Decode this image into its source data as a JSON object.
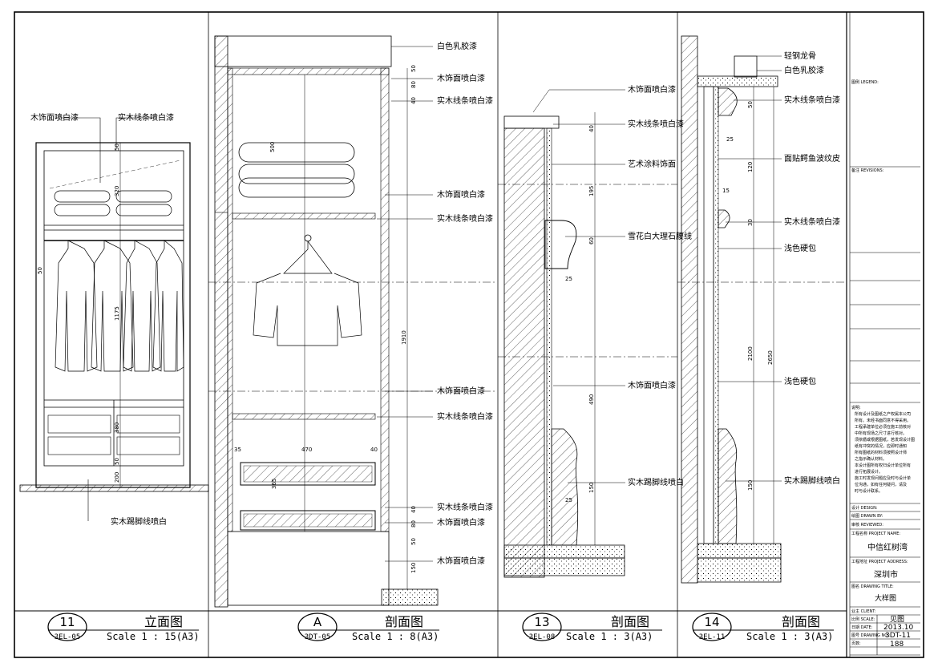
{
  "views": [
    {
      "number": "11",
      "ref": "3EL-05",
      "title": "立面图",
      "scale": "Scale 1 : 15(A3)"
    },
    {
      "number": "A",
      "ref": "3DT-05",
      "title": "剖面图",
      "scale": "Scale 1 : 8(A3)"
    },
    {
      "number": "13",
      "ref": "3EL-08",
      "title": "剖面图",
      "scale": "Scale 1 : 3(A3)"
    },
    {
      "number": "14",
      "ref": "3EL-11",
      "title": "剖面图",
      "scale": "Scale 1 : 3(A3)"
    }
  ],
  "elevation": {
    "labels": [
      "木饰面喷白漆",
      "实木线条喷白漆",
      "实木踢脚线喷白"
    ],
    "dims": [
      "50",
      "320",
      "1175",
      "380",
      "50",
      "200",
      "50"
    ]
  },
  "section_a": {
    "labels": [
      "白色乳胶漆",
      "木饰面喷白漆",
      "实木线条喷白漆",
      "木饰面喷白漆",
      "实木线条喷白漆",
      "木饰面喷白漆",
      "实木线条喷白漆",
      "实木线条喷白漆",
      "木饰面喷白漆",
      "木饰面喷白漆"
    ],
    "dims": [
      "50",
      "80",
      "40",
      "500",
      "1910",
      "35",
      "470",
      "40",
      "365",
      "40",
      "80",
      "50",
      "150"
    ]
  },
  "section_13": {
    "labels": [
      "木饰面喷白漆",
      "实木线条喷白漆",
      "艺术涂料饰面",
      "雪花白大理石腰线",
      "木饰面喷白漆",
      "实木踢脚线喷白"
    ],
    "dims": [
      "40",
      "195",
      "60",
      "25",
      "490",
      "150",
      "25"
    ]
  },
  "section_14": {
    "labels": [
      "轻钢龙骨",
      "白色乳胶漆",
      "实木线条喷白漆",
      "面贴鳄鱼波纹皮",
      "实木线条喷白漆",
      "浅色硬包",
      "浅色硬包",
      "实木踢脚线喷白"
    ],
    "dims": [
      "50",
      "25",
      "120",
      "15",
      "30",
      "2100",
      "2650",
      "150"
    ]
  },
  "title_block": {
    "legend": "图例 LEGEND:",
    "revisions": "备注 REVISIONS:",
    "notes_title": "说明:",
    "notes": [
      "所有设计及图纸之产权属本公司",
      "所有。未经书面同意不得采用。",
      "工程承建单位必须在施工前核对",
      "中所有现场之尺寸进行核对。",
      "须依循或根据图纸，若发现设计图",
      "纸有冲突的情况，应即时通知",
      "所有图纸的材料须按照设计师",
      "之指示确认材料。",
      "本设计图所有权归设计单位所有",
      "进行拓展设计。",
      "施工时发现问题应及时与设计单",
      "位沟通，如有任何疑问，请及",
      "时与设计联系。"
    ],
    "design": "设计 DESIGN:",
    "drawn": "绘图 DRAWN BY:",
    "reviewed": "审核 REVIEWED:",
    "project_label": "工程名称 PROJECT NAME:",
    "project_name": "中信红树湾",
    "address_label": "工程地址 PROJECT ADDRESS:",
    "address": "深圳市",
    "drawing_label": "图名 DRAWING TITLE:",
    "drawing_title": "大样图",
    "client_label": "业主 CLIENT:",
    "scale_label": "比例 SCALE:",
    "scale_value": "见图",
    "date_label": "日期 DATE:",
    "date_value": "2013.10",
    "drawing_no_label": "图号 DRAWING NO.:",
    "drawing_no_value": "3DT-11",
    "page_label": "页数:",
    "page_value": "188"
  }
}
